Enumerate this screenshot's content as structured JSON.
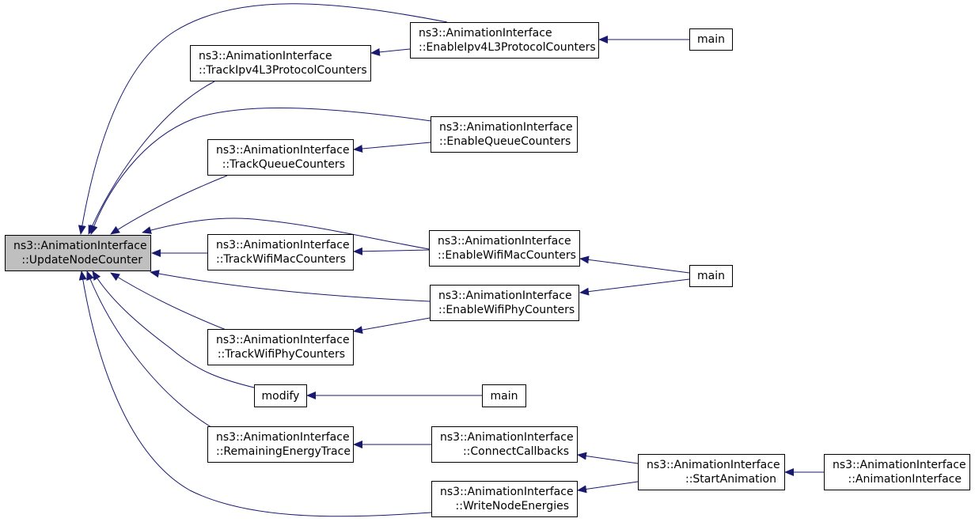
{
  "colors": {
    "edge": "#191970",
    "node_border": "#000000",
    "root_fill": "#bfbfbf",
    "node_fill": "#ffffff"
  },
  "nodes": {
    "update_node_counter": {
      "l1": "ns3::AnimationInterface",
      "l2": "::UpdateNodeCounter"
    },
    "track_ipv4": {
      "l1": "ns3::AnimationInterface",
      "l2": "::TrackIpv4L3ProtocolCounters"
    },
    "enable_ipv4": {
      "l1": "ns3::AnimationInterface",
      "l2": "::EnableIpv4L3ProtocolCounters"
    },
    "main_1": {
      "l1": "main"
    },
    "track_queue": {
      "l1": "ns3::AnimationInterface",
      "l2": "::TrackQueueCounters"
    },
    "enable_queue": {
      "l1": "ns3::AnimationInterface",
      "l2": "::EnableQueueCounters"
    },
    "track_wifi_mac": {
      "l1": "ns3::AnimationInterface",
      "l2": "::TrackWifiMacCounters"
    },
    "enable_wifi_mac": {
      "l1": "ns3::AnimationInterface",
      "l2": "::EnableWifiMacCounters"
    },
    "main_2": {
      "l1": "main"
    },
    "enable_wifi_phy": {
      "l1": "ns3::AnimationInterface",
      "l2": "::EnableWifiPhyCounters"
    },
    "track_wifi_phy": {
      "l1": "ns3::AnimationInterface",
      "l2": "::TrackWifiPhyCounters"
    },
    "modify": {
      "l1": "modify"
    },
    "main_3": {
      "l1": "main"
    },
    "remaining_energy": {
      "l1": "ns3::AnimationInterface",
      "l2": "::RemainingEnergyTrace"
    },
    "connect_callbacks": {
      "l1": "ns3::AnimationInterface",
      "l2": "::ConnectCallbacks"
    },
    "start_animation": {
      "l1": "ns3::AnimationInterface",
      "l2": "::StartAnimation"
    },
    "animation_interface": {
      "l1": "ns3::AnimationInterface",
      "l2": "::AnimationInterface"
    },
    "write_node_energies": {
      "l1": "ns3::AnimationInterface",
      "l2": "::WriteNodeEnergies"
    }
  }
}
